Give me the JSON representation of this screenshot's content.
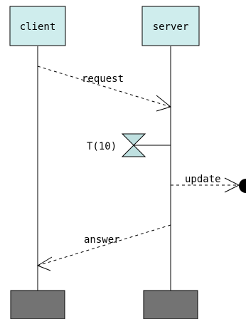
{
  "participants": [
    {
      "id": "client",
      "label": "client"
    },
    {
      "id": "server",
      "label": "server"
    }
  ],
  "messages": [
    {
      "id": "request",
      "label": "request",
      "from": "client",
      "to": "server",
      "style": "dashed",
      "arrow": "open"
    },
    {
      "id": "update",
      "label": "update",
      "from": "server",
      "to": "external",
      "style": "dashed",
      "arrow": "open",
      "endpoint": "found-message-dot"
    },
    {
      "id": "answer",
      "label": "answer",
      "from": "server",
      "to": "client",
      "style": "dashed",
      "arrow": "open"
    }
  ],
  "timer": {
    "label": "T(10)",
    "on": "server",
    "icon": "hourglass-icon"
  },
  "colors": {
    "participant_fill": "#cfeded",
    "participant_stroke": "#000000",
    "timer_fill": "#bfe0e0",
    "terminator_fill": "#737373",
    "line": "#000000",
    "background": "#ffffff"
  }
}
